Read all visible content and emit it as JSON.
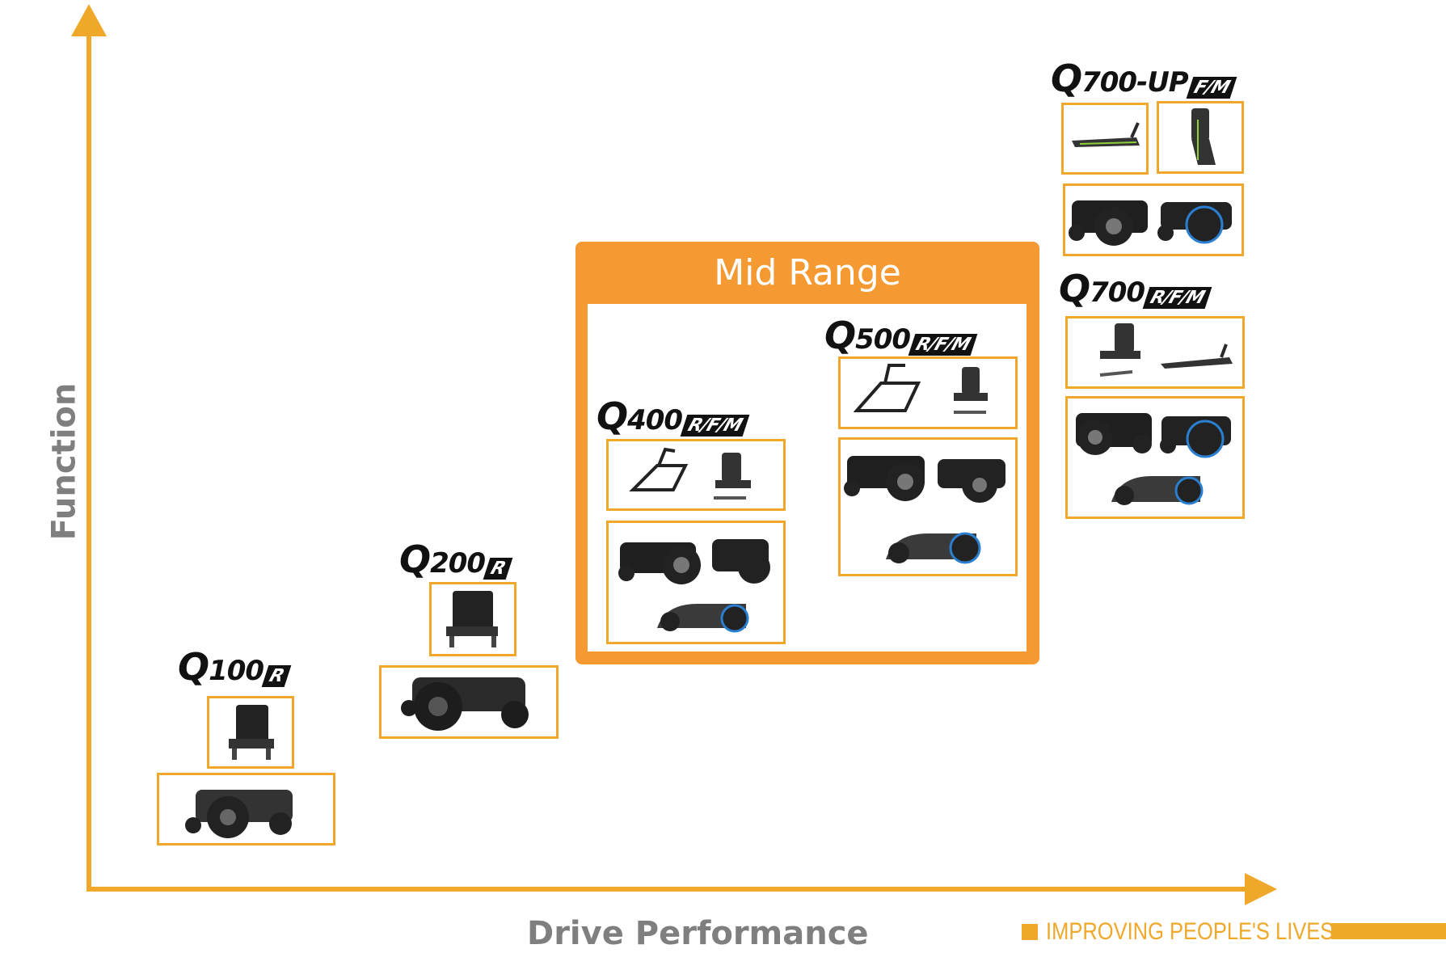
{
  "axes": {
    "x_label": "Drive Performance",
    "y_label": "Function"
  },
  "mid_range": {
    "title": "Mid Range"
  },
  "products": [
    {
      "id": "q100",
      "q": "Q",
      "model": "100",
      "suffix": "R"
    },
    {
      "id": "q200",
      "q": "Q",
      "model": "200",
      "suffix": "R"
    },
    {
      "id": "q400",
      "q": "Q",
      "model": "400",
      "suffix": "R/F/M"
    },
    {
      "id": "q500",
      "q": "Q",
      "model": "500",
      "suffix": "R/F/M"
    },
    {
      "id": "q700",
      "q": "Q",
      "model": "700",
      "suffix": "R/F/M"
    },
    {
      "id": "q700up",
      "q": "Q",
      "model": "700-UP",
      "suffix": "F/M"
    }
  ],
  "footer": {
    "tagline": "IMPROVING PEOPLE'S LIVES"
  },
  "colors": {
    "accent": "#f0a82a",
    "mid_panel": "#f59a33",
    "axis_text": "#7f7f7f"
  }
}
